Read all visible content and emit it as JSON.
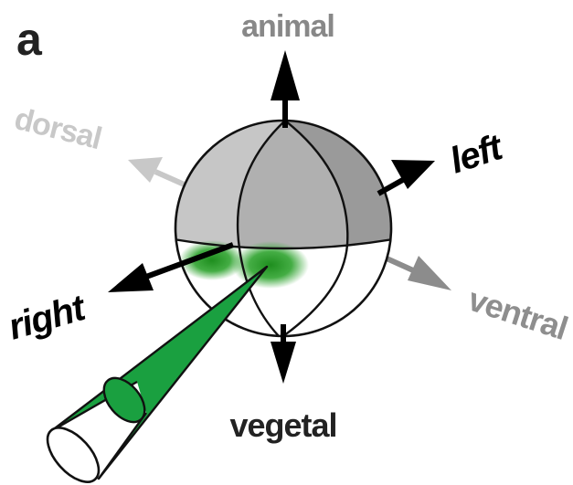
{
  "panel_label": "a",
  "axes": {
    "animal": "animal",
    "vegetal": "vegetal",
    "dorsal": "dorsal",
    "ventral": "ventral",
    "left": "left",
    "right": "right"
  },
  "colors": {
    "black_arrow": "#000000",
    "dorsal_arrow": "#c8c8c8",
    "ventral_arrow": "#8c8c8c",
    "animal_cap_light": "#c6c6c6",
    "animal_cap_mid": "#b0b0b0",
    "animal_cap_dark": "#9a9a9a",
    "expression_green": "#3aa63a",
    "needle_green": "#1aa040",
    "label_gray": "#888888",
    "label_light": "#c8c8c8",
    "label_mid": "#8e8e8e"
  }
}
